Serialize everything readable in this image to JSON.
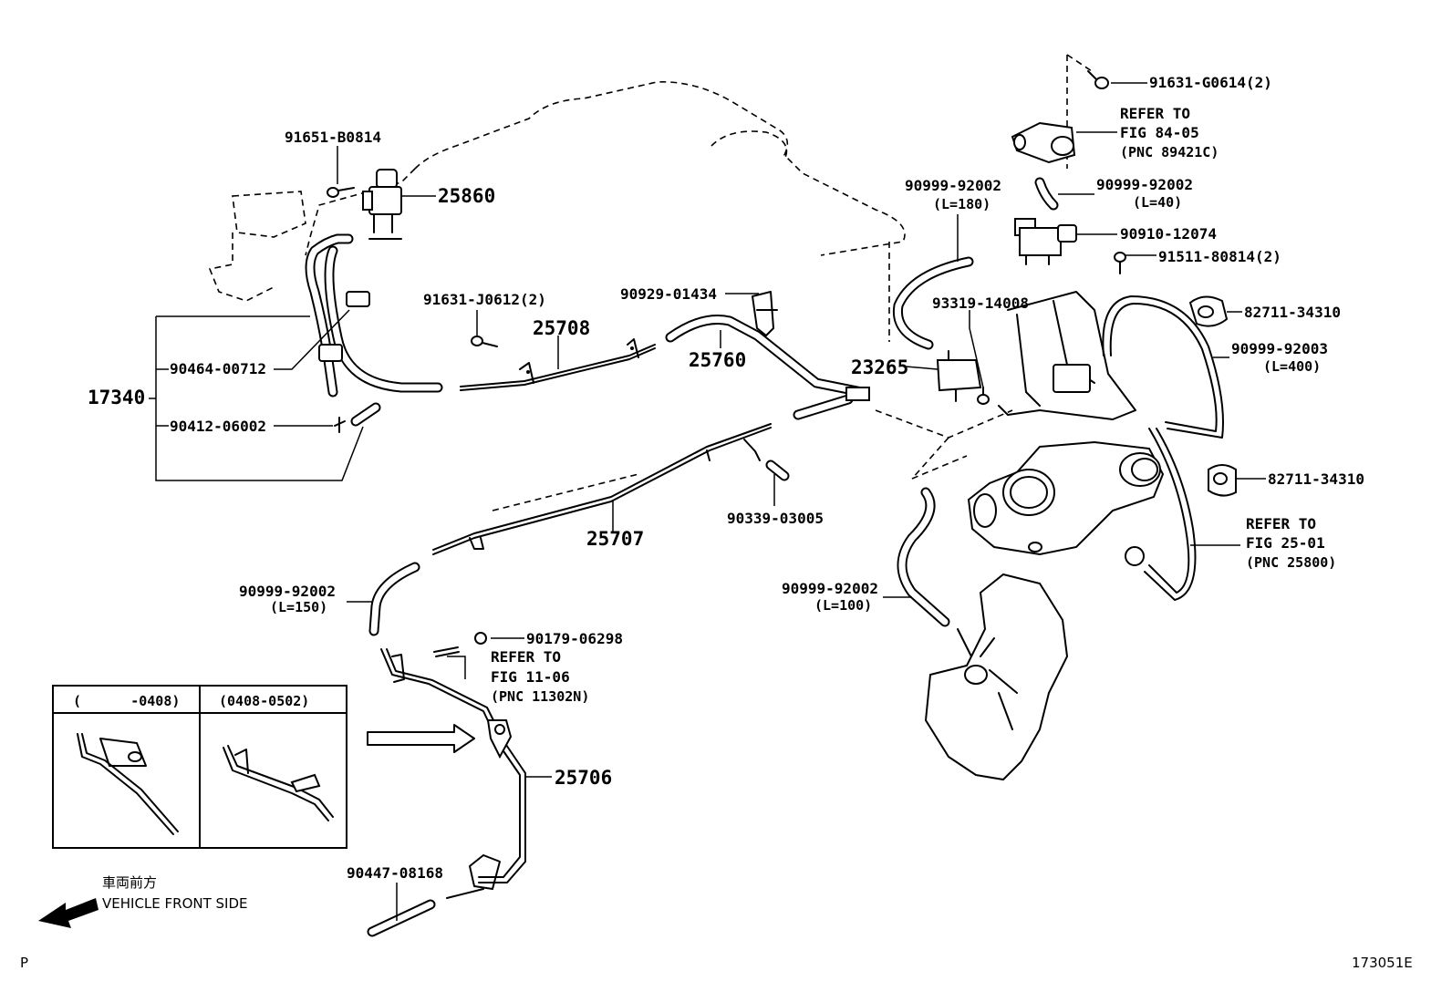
{
  "labels": {
    "p_91651_b0814": "91651-B0814",
    "p_25860": "25860",
    "p_17340": "17340",
    "p_90464_00712": "90464-00712",
    "p_90412_06002": "90412-06002",
    "p_91631_j0612": "91631-J0612(2)",
    "p_25708": "25708",
    "p_90929_01434": "90929-01434",
    "p_25760": "25760",
    "p_90339_03005": "90339-03005",
    "p_25707": "25707",
    "p_90999_92002_150": "90999-92002",
    "len_150": "(L=150)",
    "p_90179_06298": "90179-06298",
    "ref_11_06_a": "REFER TO",
    "ref_11_06_b": "FIG 11-06",
    "ref_11_06_c": "(PNC 11302N)",
    "p_25706": "25706",
    "p_90447_08168": "90447-08168",
    "p_91631_g0614": "91631-G0614(2)",
    "ref_84_05_a": "REFER TO",
    "ref_84_05_b": "FIG 84-05",
    "ref_84_05_c": "(PNC 89421C)",
    "p_90999_92002_180": "90999-92002",
    "len_180": "(L=180)",
    "p_90999_92002_40": "90999-92002",
    "len_40": "(L=40)",
    "p_90910_12074": "90910-12074",
    "p_91511_80814": "91511-80814(2)",
    "p_93319_14008": "93319-14008",
    "p_82711_34310_a": "82711-34310",
    "p_90999_92003": "90999-92003",
    "len_400": "(L=400)",
    "p_23265": "23265",
    "p_82711_34310_b": "82711-34310",
    "ref_25_01_a": "REFER TO",
    "ref_25_01_b": "FIG 25-01",
    "ref_25_01_c": "(PNC 25800)",
    "p_90999_92002_100": "90999-92002",
    "len_100": "(L=100)"
  },
  "inset": {
    "col1_header": "(      -0408)",
    "col2_header": "(0408-0502)"
  },
  "orientation": {
    "japanese": "車両前方",
    "english": "VEHICLE FRONT SIDE"
  },
  "footer": {
    "left_mark": "P",
    "figure_code": "173051E"
  }
}
